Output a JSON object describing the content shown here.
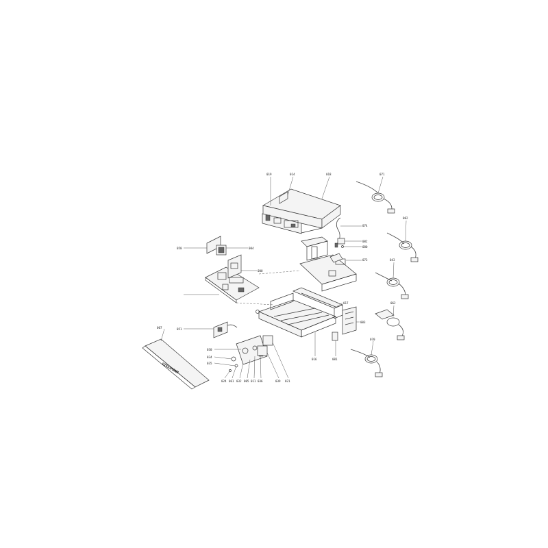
{
  "parts": {
    "p019": "019",
    "p014": "014",
    "p018": "018",
    "p071": "071",
    "p002": "002",
    "p074": "074",
    "p082": "082",
    "p080": "080",
    "p073": "073",
    "p043": "043",
    "p050": "050",
    "p004": "004",
    "p000": "000",
    "p062": "062",
    "p017": "017",
    "p003": "003",
    "p016": "016",
    "p051": "051",
    "p081": "081",
    "p007": "007",
    "p030": "030",
    "p034": "034",
    "p035": "035",
    "p024": "024",
    "p061": "061",
    "p032": "032",
    "p005": "005",
    "p011": "011",
    "p036": "036",
    "p039": "039",
    "p021": "021",
    "p070": "070"
  },
  "brand": "VIESSMANN",
  "colors": {
    "line": "#333333",
    "background": "#ffffff"
  }
}
